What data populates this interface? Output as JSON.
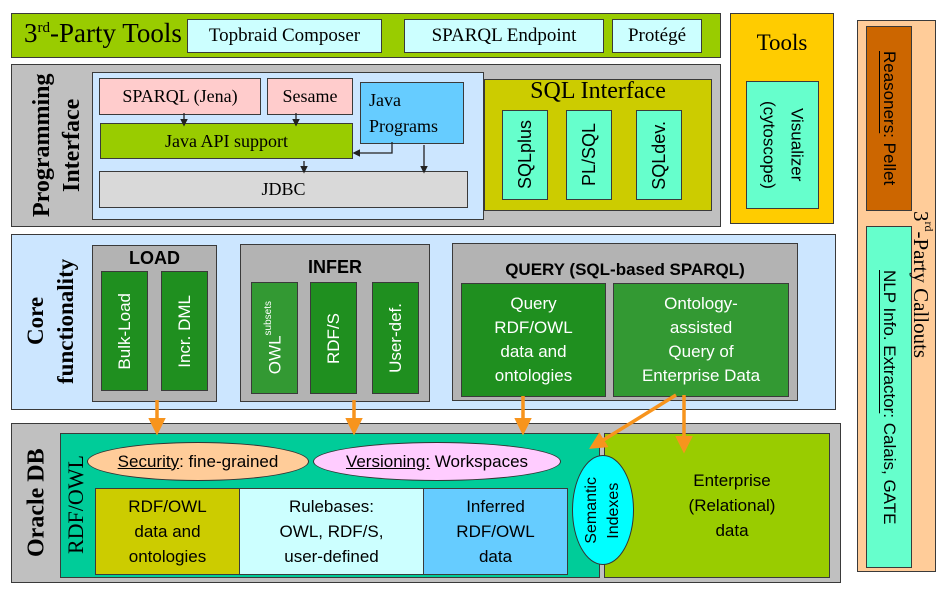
{
  "top_bar": {
    "title_prefix": "3",
    "title_sup": "rd",
    "title_suffix": "-Party Tools",
    "tools": [
      "Topbraid Composer",
      "SPARQL Endpoint",
      "Protégé"
    ]
  },
  "programming_interface": {
    "label_line1": "Programming",
    "label_line2": "Interface",
    "sparql_jena": "SPARQL (Jena)",
    "sesame": "Sesame",
    "java_programs": "Java Programs",
    "java_api": "Java API support",
    "jdbc": "JDBC",
    "sql_interface": {
      "title": "SQL Interface",
      "items": [
        "SQLplus",
        "PL/SQL",
        "SQLdev."
      ]
    }
  },
  "tools_panel": {
    "title": "Tools",
    "visualizer_line1": "Visualizer",
    "visualizer_line2": "(cytoscope)"
  },
  "callouts": {
    "title_prefix": "3",
    "title_sup": "rd",
    "title_suffix": "-Party Callouts",
    "reasoners_label": "Reasoners",
    "reasoners_value": ": Pellet",
    "nlp_label": "NLP Info. Extractor",
    "nlp_value": ": Calais, GATE"
  },
  "core": {
    "label_line1": "Core",
    "label_line2": "functionality",
    "load": {
      "title": "LOAD",
      "items": [
        "Bulk-Load",
        "Incr. DML"
      ]
    },
    "infer": {
      "title": "INFER",
      "owl": "OWL",
      "owl_sup": "subsets",
      "items": [
        "RDF/S",
        "User-def."
      ]
    },
    "query": {
      "title": "QUERY (SQL-based SPARQL)",
      "box1": [
        "Query",
        "RDF/OWL",
        "data and",
        "ontologies"
      ],
      "box2": [
        "Ontology-",
        "assisted",
        "Query of",
        "Enterprise Data"
      ]
    }
  },
  "oracle_db": {
    "label": "Oracle DB",
    "rdf_owl_label": "RDF/OWL",
    "security_label": "Security",
    "security_value": ": fine-grained",
    "versioning_label": "Versioning:",
    "versioning_value": " Workspaces",
    "data_box": [
      "RDF/OWL",
      "data and",
      "ontologies"
    ],
    "rulebases_box": [
      "Rulebases:",
      "OWL, RDF/S,",
      "user-defined"
    ],
    "inferred_box": [
      "Inferred",
      "RDF/OWL",
      "data"
    ],
    "semantic_indexes_line1": "Semantic",
    "semantic_indexes_line2": "Indexes",
    "enterprise_box": [
      "Enterprise",
      "(Relational)",
      "data"
    ]
  },
  "colors": {
    "lime": "#99cc00",
    "grey": "#c0c0c0",
    "light_blue": "#cce6ff",
    "dark_green": "#1f8f1f",
    "orange_arrow": "#f7941d",
    "teal": "#00cc99",
    "yellow": "#ffcc00",
    "peach": "#ffcc99"
  }
}
